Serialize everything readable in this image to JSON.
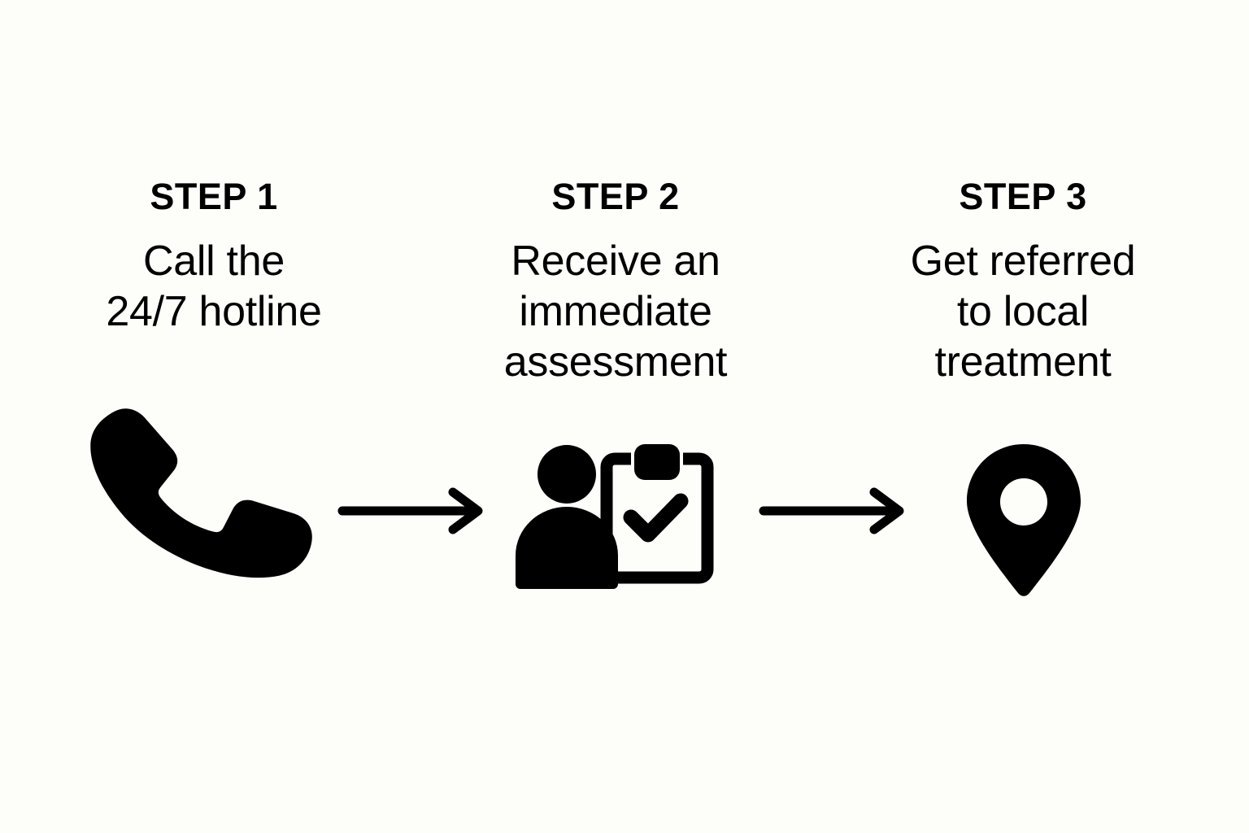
{
  "page": {
    "title": "Three step process",
    "background_color": "#fdfdfa",
    "foreground_color": "#000000"
  },
  "steps": [
    {
      "heading": "STEP 1",
      "description_lines": [
        "Call the",
        "24/7 hotline"
      ],
      "icon": "phone-icon"
    },
    {
      "heading": "STEP 2",
      "description_lines": [
        "Receive an",
        "immediate",
        "assessment"
      ],
      "icon": "person-clipboard-check-icon"
    },
    {
      "heading": "STEP 3",
      "description_lines": [
        "Get referred",
        "to local",
        "treatment"
      ],
      "icon": "map-pin-icon"
    }
  ],
  "connectors": [
    {
      "icon": "arrow-right-icon"
    },
    {
      "icon": "arrow-right-icon"
    }
  ]
}
